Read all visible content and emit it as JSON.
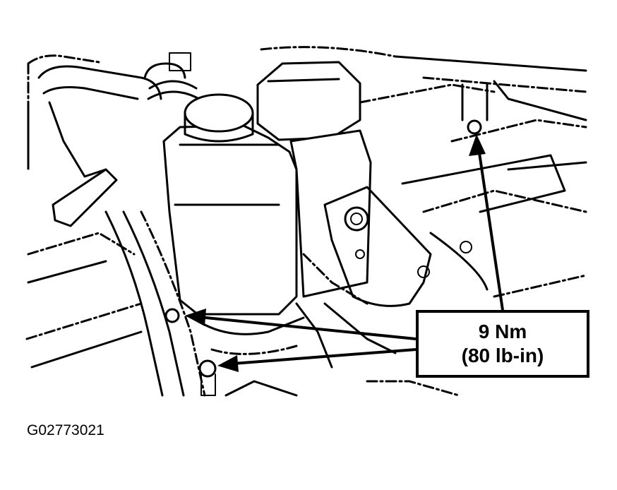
{
  "callout": {
    "torque_nm": "9 Nm",
    "torque_lbin": "(80 lb-in)"
  },
  "figure_id": "G02773021"
}
